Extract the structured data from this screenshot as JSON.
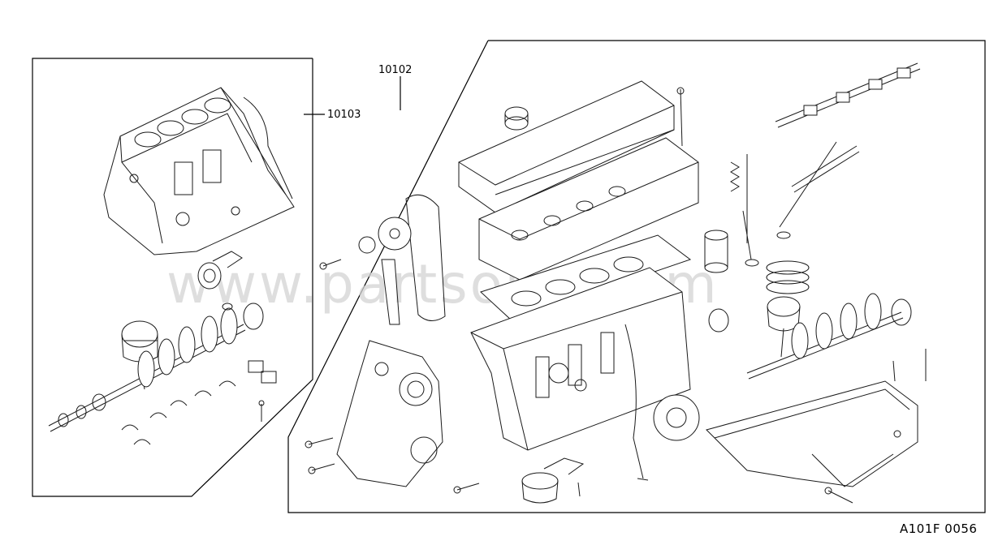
{
  "callouts": {
    "short_block": "10103",
    "long_block": "10102"
  },
  "watermark": "www.partsouq.com",
  "figure_code": "A101F 0056",
  "colors": {
    "line": "#000000",
    "watermark": "#d4d4d4",
    "background": "#ffffff"
  }
}
